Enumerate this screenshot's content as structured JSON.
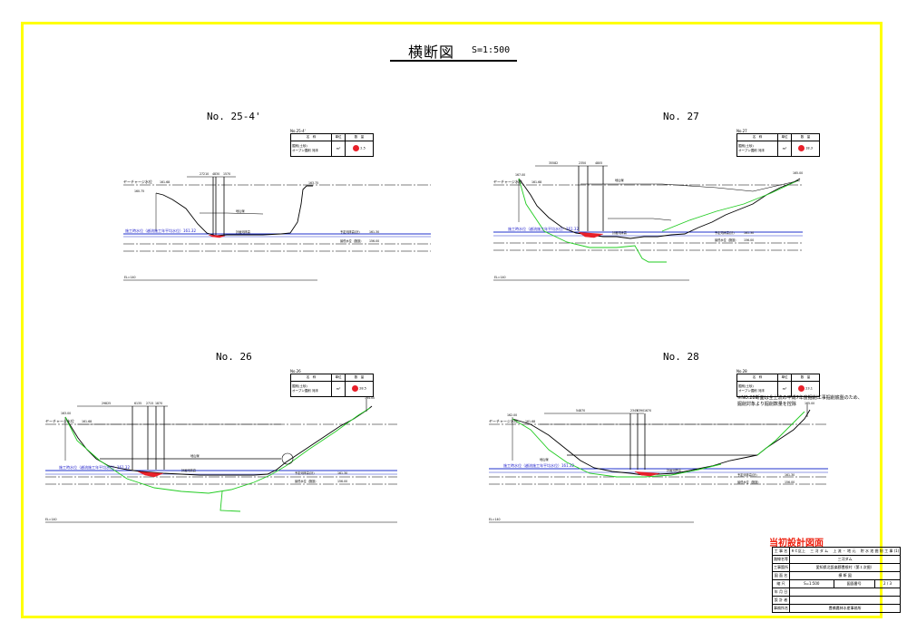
{
  "sheet": {
    "title": "横断図",
    "scale": "S=1:500",
    "frame_color": "#ffff00"
  },
  "sections": [
    {
      "label": "No. 25-4'",
      "legend": {
        "no": "No.25-4'",
        "headers": [
          "名　称",
          "単位",
          "数　量"
        ],
        "name_lines": [
          "掘削(土砂)",
          "オープン掘削"
        ],
        "unit_pre": "河床",
        "unit": "m²",
        "qty": "2.5"
      },
      "dims": [
        "27210",
        "4830",
        "1570"
      ],
      "labels": {
        "chainage": "ヤーチャージ水位",
        "chainage_val": "161.68",
        "design_low": "施工時水位（越流施工年平均水位）161.32",
        "bed": "計画河床高",
        "planned": "予定河床高(計)",
        "planned_val": "161.30",
        "lowest": "最低水位（施設）",
        "lowest_val": "156.00",
        "side_top": "160.75",
        "side_r": "163.75",
        "right_note": "地山線",
        "base": "EL=140"
      }
    },
    {
      "label": "No. 27",
      "legend": {
        "no": "No.27",
        "headers": [
          "名　称",
          "単位",
          "数　量"
        ],
        "name_lines": [
          "掘削(土砂)",
          "オープン掘削"
        ],
        "unit_pre": "河床",
        "unit": "m²",
        "qty": "18.3"
      },
      "dims": [
        "35582",
        "2350",
        "4805"
      ],
      "labels": {
        "chainage": "ヤーチャージ水位",
        "chainage_val": "161.68",
        "design_low": "施工時水位（越流施工年平均水位）161.32",
        "bed": "計画河床高",
        "planned": "予定河床高(計)",
        "planned_val": "161.30",
        "lowest": "最低水位（施設）",
        "lowest_val": "156.00",
        "side_top": "167.00",
        "side_r": "165.00",
        "right_note": "地山線",
        "base": "EL=140"
      }
    },
    {
      "label": "No. 26",
      "legend": {
        "no": "No.26",
        "headers": [
          "名　称",
          "単位",
          "数　量"
        ],
        "name_lines": [
          "掘削(土砂)",
          "オープン掘削"
        ],
        "unit_pre": "河床",
        "unit": "m²",
        "qty": "28.5"
      },
      "dims": [
        "29825",
        "6135",
        "2715",
        "1870"
      ],
      "labels": {
        "chainage": "ヤーチャージ水位",
        "chainage_val": "161.68",
        "design_low": "施工時水位（越流施工年平均水位）161.32",
        "bed": "計画河床高",
        "planned": "予定河床高(計)",
        "planned_val": "161.30",
        "lowest": "最低水位（施設）",
        "lowest_val": "156.00",
        "side_top": "163.00",
        "side_r": "164.00",
        "right_note": "地山線",
        "base": "EL=140"
      }
    },
    {
      "label": "No. 28",
      "legend": {
        "no": "No.28",
        "headers": [
          "名　称",
          "単位",
          "数　量"
        ],
        "name_lines": [
          "掘削(土砂)",
          "オープン掘削"
        ],
        "unit_pre": "河床",
        "unit": "m²",
        "qty": "23.1"
      },
      "note_lines": [
        "※NO.28断面は全上流の平成7年度掘削工事掘削底盤のため、",
        "掘削対象より掘削数量を控除"
      ],
      "dims": [
        "54870",
        "2345",
        "6390",
        "1670"
      ],
      "labels": {
        "chainage": "ヤーチャージ水位",
        "chainage_val": "161.68",
        "design_low": "施工時水位（越流施工年平均水位）161.32",
        "bed": "計画河床高",
        "planned": "予定河床高(計)",
        "planned_val": "161.30",
        "lowest": "最低水位（施設）",
        "lowest_val": "156.00",
        "side_top": "162.00",
        "side_r": "165.00",
        "right_note": "地山線",
        "base": "EL=140"
      }
    }
  ],
  "colors": {
    "ground": "#000000",
    "original_ground": "#22cc22",
    "water_level": "#2233cc",
    "excavation": "#e8202a"
  },
  "title_block": {
    "header": "当初設計図面",
    "rows": [
      {
        "key": "工 事 名",
        "value": "ＲＣ区上 　三 河 ダ ム 　上 流 ・ 地 元 　貯 水 池 掘 削 工 事 (1)"
      },
      {
        "key": "路線名等",
        "value": "三河ダム"
      },
      {
        "key": "工事箇所",
        "value": "愛知県北設楽郡豊根村（第１次掘）"
      },
      {
        "key": "図 面 名",
        "value": "横 断 図"
      },
      {
        "key": "縮 尺",
        "value": "S=1:500",
        "k2": "図面番号",
        "v2": "2 / 3"
      },
      {
        "key": "年 月 日",
        "value": ""
      },
      {
        "key": "設 計 者",
        "value": ""
      },
      {
        "key": "事務所名",
        "value": "豊橋農林水産事務所"
      }
    ]
  }
}
